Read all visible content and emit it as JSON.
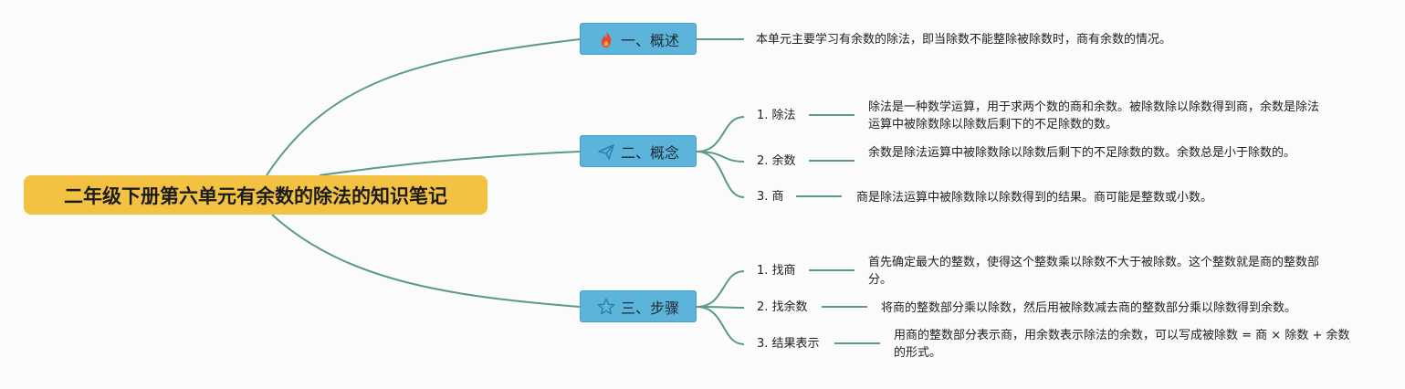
{
  "root": {
    "title": "二年级下册第六单元有余数的除法的知识笔记"
  },
  "branches": [
    {
      "label": "一、概述",
      "icon": "fire-icon",
      "desc": "本单元主要学习有余数的除法，即当除数不能整除被除数时，商有余数的情况。",
      "children": []
    },
    {
      "label": "二、概念",
      "icon": "paper-plane-icon",
      "children": [
        {
          "label": "1. 除法",
          "desc": "除法是一种数学运算，用于求两个数的商和余数。被除数除以除数得到商，余数是除法运算中被除数除以除数后剩下的不足除数的数。"
        },
        {
          "label": "2. 余数",
          "desc": "余数是除法运算中被除数除以除数后剩下的不足除数的数。余数总是小于除数的。"
        },
        {
          "label": "3. 商",
          "desc": "商是除法运算中被除数除以除数得到的结果。商可能是整数或小数。"
        }
      ]
    },
    {
      "label": "三、步骤",
      "icon": "star-icon",
      "children": [
        {
          "label": "1. 找商",
          "desc": "首先确定最大的整数，使得这个整数乘以除数不大于被除数。这个整数就是商的整数部分。"
        },
        {
          "label": "2. 找余数",
          "desc": "将商的整数部分乘以除数，然后用被除数减去商的整数部分乘以除数得到余数。"
        },
        {
          "label": "3. 结果表示",
          "desc": "用商的整数部分表示商，用余数表示除法的余数，可以写成被除数 = 商 × 除数 + 余数的形式。"
        }
      ]
    }
  ],
  "colors": {
    "connector": "#5a9a86",
    "root": "#f4c243",
    "branch": "#5db4db",
    "fire": "#e8452c",
    "plane": "#2f7fb0",
    "star": "#2f7fb0"
  }
}
